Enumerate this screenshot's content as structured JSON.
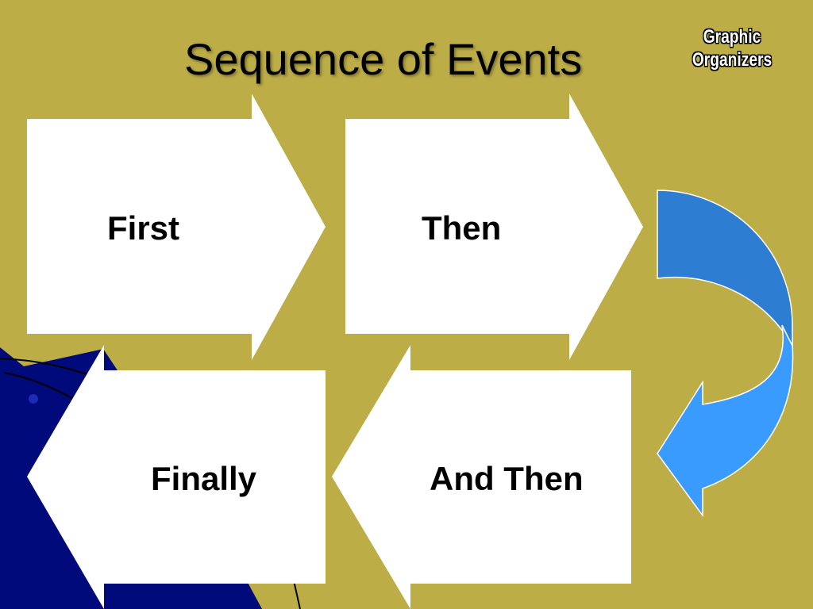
{
  "slide": {
    "title": "Sequence of Events",
    "badge_line1": "Graphic",
    "badge_line2": "Organizers"
  },
  "steps": [
    {
      "label": "First"
    },
    {
      "label": "Then"
    },
    {
      "label": "And Then"
    },
    {
      "label": "Finally"
    }
  ],
  "colors": {
    "background": "#bcad47",
    "arrow_fill": "#ffffff",
    "curve_arrow_dark": "#2d7dd2",
    "curve_arrow_light": "#3a9bff",
    "corner_decoration": "#00007a"
  }
}
